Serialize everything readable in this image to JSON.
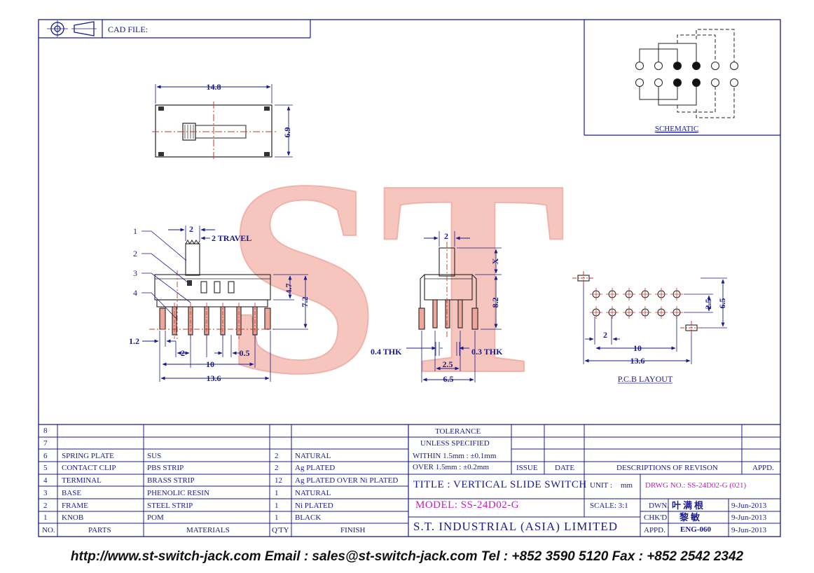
{
  "header": {
    "cad_label": "CAD FILE:"
  },
  "watermark": {
    "text": "ST",
    "color": "#f0a79b"
  },
  "top_view": {
    "width_dim": "14.8",
    "height_dim": "6.9"
  },
  "front_view": {
    "callouts": [
      "1",
      "2",
      "3",
      "4"
    ],
    "dim_knob": "2",
    "travel_label": "2 TRAVEL",
    "dim_4_7": "4.7",
    "dim_7_2": "7.2",
    "dim_1_2": "1.2",
    "dim_pitch": "2",
    "dim_pin": "0.5",
    "dim_10": "10",
    "dim_13_6": "13.6"
  },
  "side_view": {
    "dim_top": "2",
    "dim_x": "X",
    "dim_8_2": "8.2",
    "thk_left": "0.4 THK",
    "thk_right": "0.3 THK",
    "dim_2_5": "2.5",
    "dim_6_5": "6.5"
  },
  "pcb": {
    "dim_2_5": "2.5",
    "dim_6_5": "6.5",
    "dim_2": "2",
    "dim_10": "10",
    "dim_13_6": "13.6",
    "label": "P.C.B LAYOUT"
  },
  "schematic": {
    "label": "SCHEMATIC"
  },
  "bom": {
    "rows": [
      {
        "no": "8",
        "part": "",
        "material": "",
        "qty": "",
        "finish": ""
      },
      {
        "no": "7",
        "part": "",
        "material": "",
        "qty": "",
        "finish": ""
      },
      {
        "no": "6",
        "part": "SPRING PLATE",
        "material": "SUS",
        "qty": "2",
        "finish": "NATURAL"
      },
      {
        "no": "5",
        "part": "CONTACT CLIP",
        "material": "PBS STRIP",
        "qty": "2",
        "finish": "Ag PLATED"
      },
      {
        "no": "4",
        "part": "TERMINAL",
        "material": "BRASS STRIP",
        "qty": "12",
        "finish": "Ag PLATED OVER Ni PLATED"
      },
      {
        "no": "3",
        "part": "BASE",
        "material": "PHENOLIC RESIN",
        "qty": "1",
        "finish": "NATURAL"
      },
      {
        "no": "2",
        "part": "FRAME",
        "material": "STEEL STRIP",
        "qty": "1",
        "finish": "Ni PLATED"
      },
      {
        "no": "1",
        "part": "KNOB",
        "material": "POM",
        "qty": "1",
        "finish": "BLACK"
      }
    ],
    "headers": {
      "no": "NO.",
      "part": "PARTS",
      "material": "MATERIALS",
      "qty": "Q'TY",
      "finish": "FINISH"
    }
  },
  "title_block": {
    "tolerance_1": "TOLERANCE",
    "tolerance_2": "UNLESS   SPECIFIED",
    "within": "WITHIN  1.5mm : ±0.1mm",
    "over": "OVER    1.5mm : ±0.2mm",
    "issue": "ISSUE",
    "date": "DATE",
    "descriptions": "DESCRIPTIONS OF REVISON",
    "appd": "APPD.",
    "title": "TITLE : VERTICAL SLIDE SWITCH",
    "unit_label": "UNIT :",
    "unit_value": "mm",
    "drwg": "DRWG NO.: SS-24D02-G (021)",
    "model": "MODEL: SS-24D02-G",
    "scale": "SCALE:  3:1",
    "dwn_label": "DWN.",
    "dwn_name": "叶满根",
    "dwn_date": "9-Jun-2013",
    "chkd_label": "CHK'D",
    "chkd_name": "黎敏",
    "chkd_date": "9-Jun-2013",
    "appd_label": "APPD.",
    "appd_name": "ENG-060",
    "appd_date": "9-Jun-2013",
    "company": "S.T.  INDUSTRIAL  (ASIA)  LIMITED"
  },
  "footer": {
    "text": "http://www.st-switch-jack.com  Email : sales@st-switch-jack.com  Tel : +852 3590 5120  Fax : +852 2542 2342"
  }
}
